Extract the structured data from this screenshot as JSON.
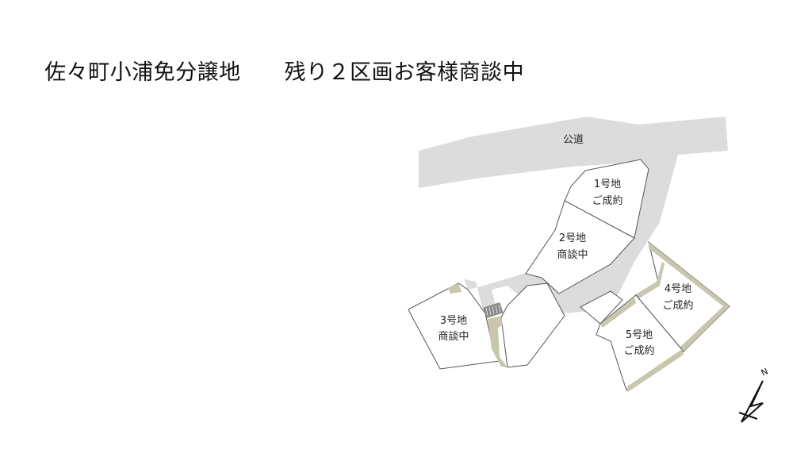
{
  "title": {
    "prefix": "佐々町小浦免分譲地",
    "status": "残り２区画お客様商談中"
  },
  "map": {
    "road_label": "公道",
    "colors": {
      "road": "#dcdcdc",
      "lot_fill": "#ffffff",
      "lot_edge": "#555555",
      "slope": "#c8c6ad"
    },
    "lots": [
      {
        "number": "1号地",
        "status": "ご成約"
      },
      {
        "number": "2号地",
        "status": "商談中"
      },
      {
        "number": "3号地",
        "status": "商談中"
      },
      {
        "number": "4号地",
        "status": "ご成約"
      },
      {
        "number": "5号地",
        "status": "ご成約"
      }
    ],
    "compass": {
      "label": "N"
    }
  }
}
